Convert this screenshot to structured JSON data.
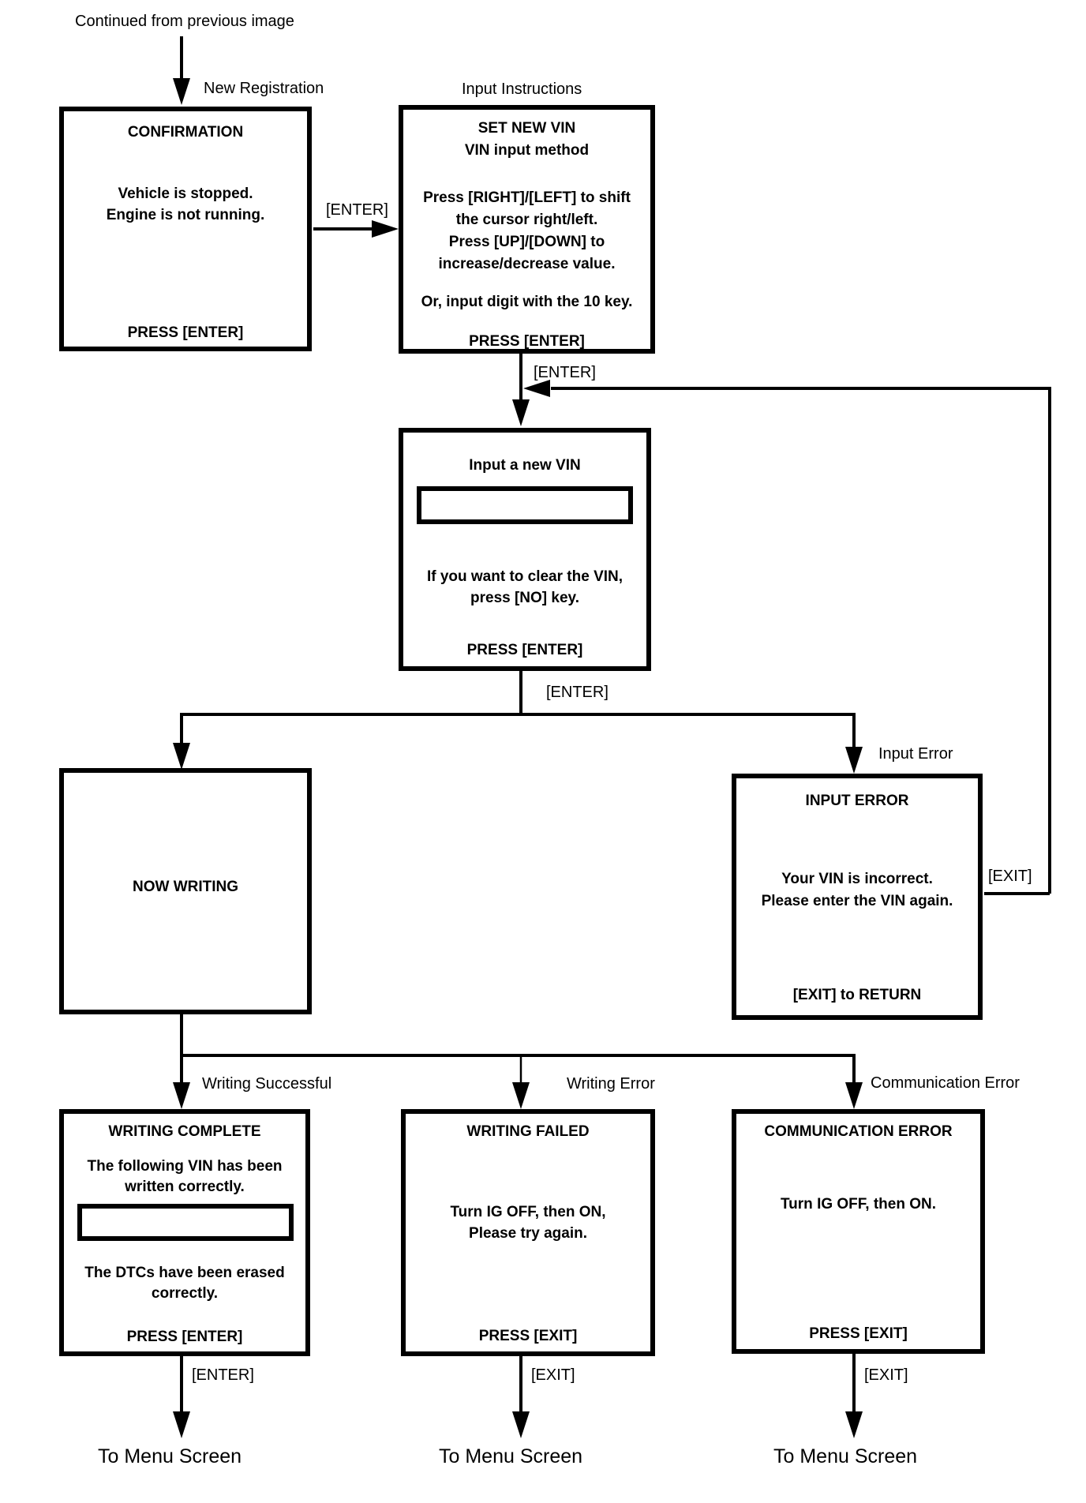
{
  "labels": {
    "continued": "Continued from previous image",
    "new_registration": "New Registration",
    "input_instructions": "Input Instructions",
    "input_error": "Input Error",
    "writing_successful": "Writing Successful",
    "writing_error": "Writing Error",
    "communication_error": "Communication Error",
    "enter": "[ENTER]",
    "exit": "[EXIT]",
    "to_menu_screen": "To Menu Screen"
  },
  "boxes": {
    "confirmation": {
      "title": "CONFIRMATION",
      "line1": "Vehicle is stopped.",
      "line2": "Engine is not running.",
      "footer": "PRESS [ENTER]"
    },
    "set_new_vin": {
      "title1": "SET NEW VIN",
      "title2": "VIN input method",
      "inst1": "Press [RIGHT]/[LEFT] to shift",
      "inst2": "the cursor right/left.",
      "inst3": "Press [UP]/[DOWN] to",
      "inst4": "increase/decrease value.",
      "inst5": "Or, input digit with the 10 key.",
      "footer": "PRESS [ENTER]"
    },
    "input_new_vin": {
      "title": "Input a new VIN",
      "vin_value": "",
      "note1": "If you want to clear the VIN,",
      "note2": "press [NO] key.",
      "footer": "PRESS [ENTER]"
    },
    "now_writing": {
      "title": "NOW WRITING"
    },
    "input_error": {
      "title": "INPUT ERROR",
      "line1": "Your VIN is incorrect.",
      "line2": "Please enter the VIN again.",
      "footer": "[EXIT] to RETURN"
    },
    "writing_complete": {
      "title": "WRITING COMPLETE",
      "line1": "The following VIN has been",
      "line2": "written correctly.",
      "vin_value": "",
      "line3": "The DTCs have been erased",
      "line4": "correctly.",
      "footer": "PRESS [ENTER]"
    },
    "writing_failed": {
      "title": "WRITING FAILED",
      "line1": "Turn IG OFF, then ON,",
      "line2": "Please try again.",
      "footer": "PRESS [EXIT]"
    },
    "communication_error": {
      "title": "COMMUNICATION ERROR",
      "line1": "Turn IG OFF, then ON.",
      "footer": "PRESS [EXIT]"
    }
  },
  "colors": {
    "ink": "#000000",
    "background": "#ffffff"
  }
}
